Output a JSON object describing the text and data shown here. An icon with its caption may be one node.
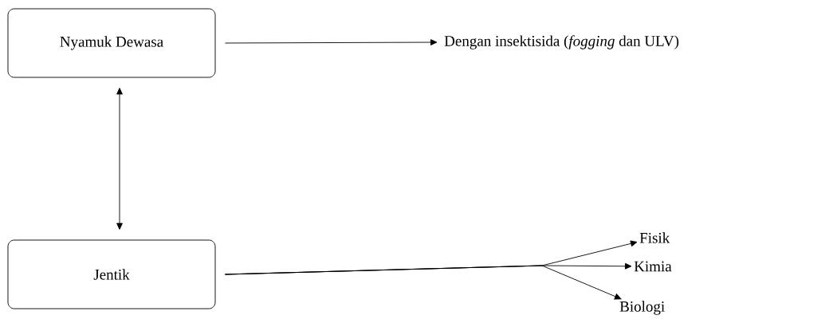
{
  "diagram": {
    "nodes": [
      {
        "text": [
          "Nyamuk Dewasa"
        ]
      },
      {
        "text": [
          "Dengan insektisida (*fogging* dan ULV)"
        ]
      },
      {
        "text": [
          "Jentik"
        ]
      },
      {
        "text": [
          "Fisik"
        ]
      },
      {
        "text": [
          "Kimia"
        ]
      },
      {
        "text": [
          "Biologi"
        ]
      }
    ],
    "edges": [
      {
        "from": 0,
        "to": 1,
        "arrow": "to"
      },
      {
        "from": 0,
        "to": 2,
        "arrow": "both"
      },
      {
        "from": 2,
        "to": 3,
        "arrow": "to"
      },
      {
        "from": 2,
        "to": 4,
        "arrow": "to"
      },
      {
        "from": 2,
        "to": 5,
        "arrow": "to"
      }
    ]
  }
}
